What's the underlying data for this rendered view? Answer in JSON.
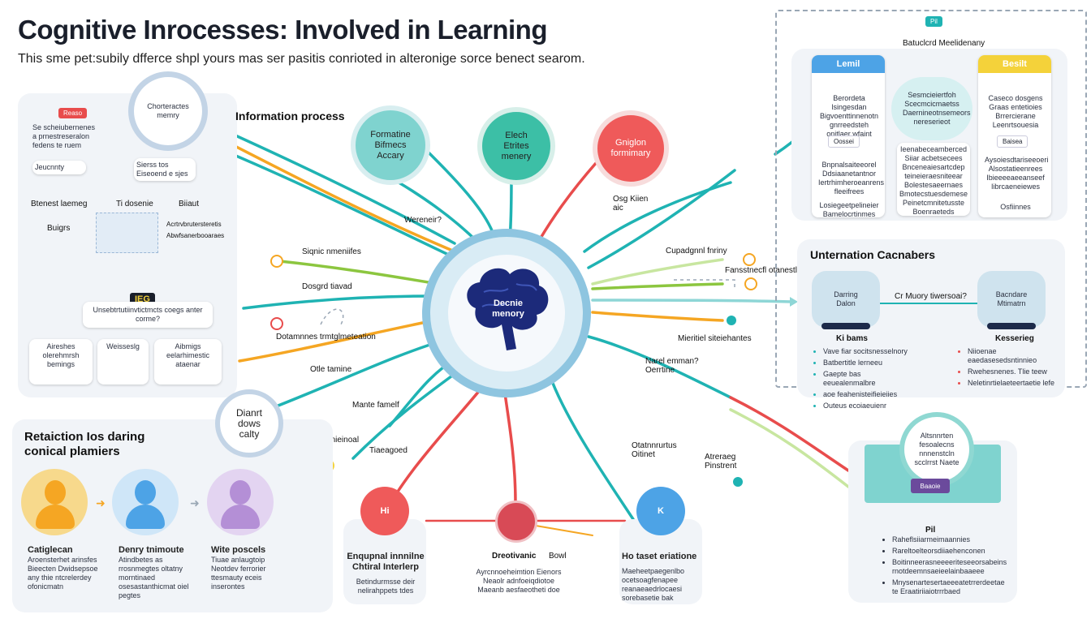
{
  "header": {
    "title": "Cognitive Inrocesses: Involved in Learning",
    "subtitle": "This sme pet:subily dfferce shpl yours mas ser pasitis conrioted in alteronige sorce benect searom."
  },
  "colors": {
    "teal": "#1fb3b3",
    "red": "#e84c4c",
    "orange": "#f5a623",
    "green": "#8cc63f",
    "navy": "#1c2a7a",
    "ring": "#8ec5e0",
    "panel": "#f1f4f8",
    "yellow": "#f4d23a",
    "purple": "#b48fd6",
    "blue": "#4da3e6"
  },
  "icons": [
    "brain-icon",
    "head-icon",
    "person-icon",
    "gear-icon",
    "bulb-icon",
    "dna-icon"
  ],
  "left_panel": {
    "circle_label": "Chorteractes memry",
    "tag": "Reaso",
    "lines": [
      "Se scheiubernenes",
      "a prnestreseralon",
      "fedens te ruem"
    ],
    "box1": "Jeucnnty",
    "box2": "Sierss tos Eiseoend e sjes",
    "label_a": "Btenest laemeg",
    "label_b": "Buigrs",
    "label_c": "Ti dosenie",
    "label_d": "Biiaut",
    "row1": "Acrtrvbrutersteretis",
    "row2": "Abwfsanerbooaraes",
    "bubble_badge": "IEG",
    "bubble_text": "Unsebtrtutiinvtictmcts coegs anter corme?",
    "card1": "Aireshes olerehmrsh bemings",
    "card2": "Weisseslg",
    "card3": "Aibmigs eelarhimestic ataenar"
  },
  "center": {
    "info_title": "Information process",
    "circle1": "Formatine Bifmecs Accary",
    "circle2": "Elech Etrites menery",
    "circle3": "Gniglon formimary",
    "brain_label": "Decnie menory",
    "labels": {
      "l1": "Wereneir?",
      "l2": "Siqnic nmeniifes",
      "l3": "Dosgrd tiavad",
      "l4": "Dotamnnes trmtglmeteation",
      "l5": "Otle tamine",
      "l6": "Mante famelf",
      "l7": "Bisgibe nieinoal",
      "l8": "Tiaeagoed",
      "l9": "Osg Kiien aic",
      "l10": "Cupadgnnl fnriny",
      "l11": "Fansstnecfl otanestle",
      "l12": "Mieritiel siteiehantes",
      "l13": "Narel emman? Oerrtine",
      "l14": "Otatnnrurtus Oitinet",
      "l15": "Atreraeg Pinstrent"
    }
  },
  "bottom_left": {
    "heading": "Retaiction Ios daring conical plamiers",
    "badge_circle": "Dianrt dows calty",
    "person1_title": "Catiglecan",
    "person1_text": "Aroensterhet arinsfes Bieecten Dwidsepsoe any thie ntcrelerdey ofonicmatn",
    "person2_title": "Denry tnimoute",
    "person2_text": "Atindbetes as rrosnmegtes oltatny morntinaed osesastanthicmat oiel pegtes",
    "person3_title": "Wite poscels",
    "person3_text": "Tiuae anlaugtoip Neotdev ferrorier ttesmauty eceis inserontes"
  },
  "bottom_center": {
    "left_head": "Hi",
    "left_title": "Enqupnal innnilne Chtiral Interlerp",
    "left_text": "Betindurmsse deir nelirahppets tdes",
    "right_head": "K",
    "right_title": "Ho taset eriatione",
    "right_text": "Maeheetpaegenlbo ocetsoagfenapee reanaeaedrlocaesi sorebasetie bak",
    "mid_label": "Dreotivanic",
    "mid_label2": "Bowl",
    "mid_text": "Ayrcnnoeheimtion Eienors Neaolr adnfoeiqdiotoe Maeanb aesfaeotheti doe"
  },
  "top_right": {
    "badge": "Pil",
    "banner": "Batuclcrd Meelidenany",
    "col1_head": "Lemil",
    "col1_text": "Berordeta lsingesdan Bigvoenttinnenotn gnrreedsteh onitlaer wfaint",
    "col1_tag": "Oossei",
    "col1_text2": "Bnpnalsaiteeorel Ddsiaanetantnor Iertrhimheroeanrens fleeifrees",
    "col1_foot": "Losiegeetpelineier Bamelocrtinmes",
    "col2_circle": "Sesmcieiertfoh Scecmcicmaetss Daernineotnsemeors nereserieot",
    "col2_text": "Ieenabeceamberced Siiar acbetsecees Bnceneaiesartcdep teineieraesniteear Bolestesaeernaes Bmotecstuesdemese Peinetcmnitetusste Boenraeteds",
    "col3_head": "Besilt",
    "col3_text": "Caseco dosgens Graas entetioies Brrercierane Leenrtsouesia",
    "col3_tag": "Baisea",
    "col3_text2": "Aysoiesdtariseeoeri Alsostatieenrees Ibieeeeaeeanseef Iibrcaeneiewes",
    "col3_foot": "Osfiinnes"
  },
  "mid_right": {
    "heading": "Unternation Cacnabers",
    "left_box": "Darring Dalon",
    "right_box": "Bacndare Mtimatrn",
    "arrow_label": "Cr Muory tiwersoai?",
    "left_sub": "Ki bams",
    "right_sub": "Kesserieg",
    "left_items": [
      "Vave fiar socitsnesselnory",
      "Batbertitle lerneeu",
      "Gaepte bas eeuealenmalbre",
      "aoe feahenisteifieieiies",
      "Outeus ecoiaeuienr"
    ],
    "right_items": [
      "Niioenae eaedasesedsntinnieo",
      "Rwehesnenes. Tlie teew",
      "Neletinrtielaeteertaetie lefe"
    ]
  },
  "bottom_right": {
    "circle": "Altsnnrten fesoalecns nnnenstcln scclrrst Naete",
    "button": "Baaoie",
    "heading": "Pil",
    "items": [
      "Raheflsiiarmeimaannies",
      "Rareltoelteorsdiiaehenconen",
      "Boitinneerasneeeeriteseeorsabeins rnotdeemnsaeieelainbaaeee",
      "Mnysenartesertaeeeatetrrerdeetae te Eraatiriiaiotrrrbaed"
    ]
  }
}
